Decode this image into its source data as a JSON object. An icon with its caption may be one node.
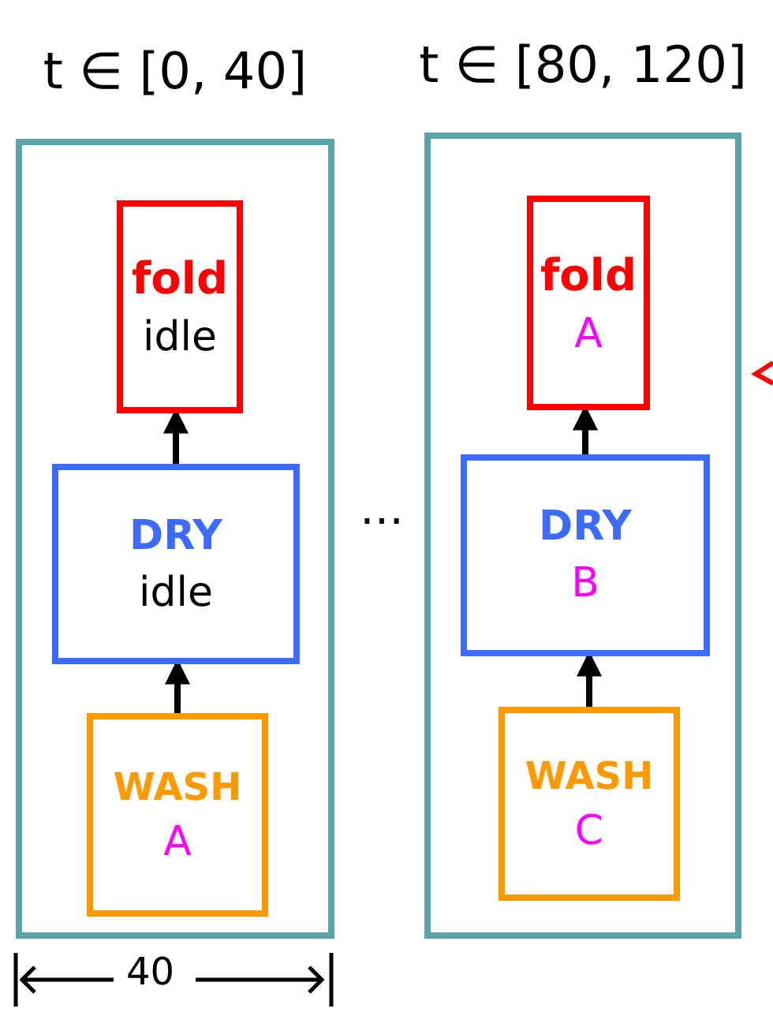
{
  "diagram": {
    "nodes": [
      {
        "text": [
          "t ∈ [0, 40]"
        ]
      },
      {
        "text": [
          "fold",
          "idle"
        ],
        "in": 0
      },
      {
        "text": [
          "DRY",
          "idle"
        ],
        "in": 0
      },
      {
        "text": [
          "WASH",
          "A"
        ],
        "in": 0
      },
      {
        "text": [
          "t ∈ [80, 120]"
        ]
      },
      {
        "text": [
          "fold",
          "A"
        ],
        "in": 4
      },
      {
        "text": [
          "DRY",
          "B"
        ],
        "in": 4
      },
      {
        "text": [
          "WASH",
          "C"
        ],
        "in": 4
      }
    ],
    "edges": [
      {
        "from": 3,
        "to": 2,
        "arrow": "to"
      },
      {
        "from": 2,
        "to": 1,
        "arrow": "to"
      },
      {
        "from": 7,
        "to": 6,
        "arrow": "to"
      },
      {
        "from": 6,
        "to": 5,
        "arrow": "to"
      }
    ],
    "labels": [
      "…",
      "40"
    ]
  }
}
